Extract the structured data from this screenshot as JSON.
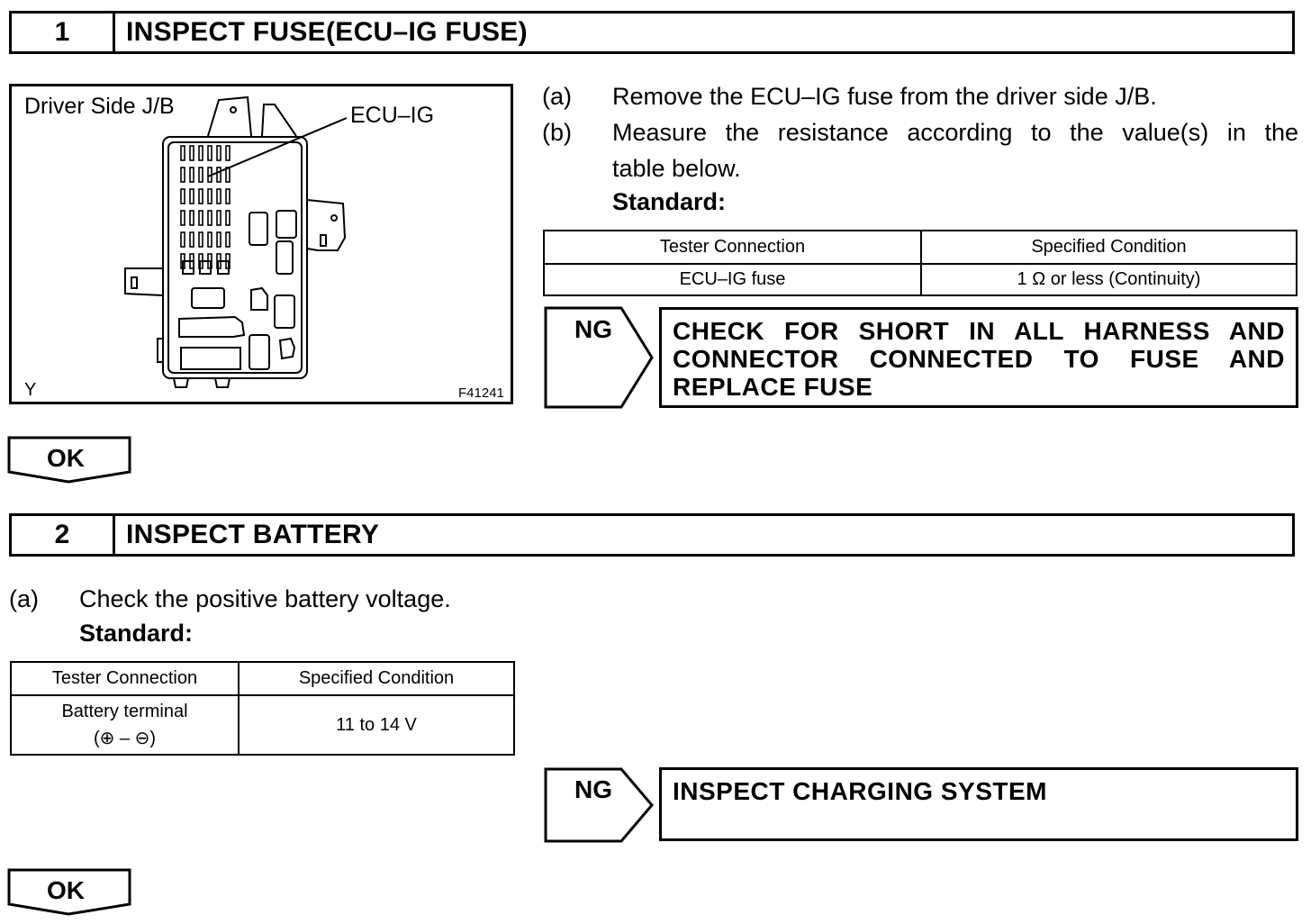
{
  "step1": {
    "number": "1",
    "title": "INSPECT FUSE(ECU–IG FUSE)",
    "figure": {
      "location_label": "Driver Side J/B",
      "callout": "ECU–IG",
      "corner_letter": "Y",
      "figure_id": "F41241"
    },
    "instructions": [
      {
        "label": "(a)",
        "text": "Remove the ECU–IG fuse from the driver side J/B."
      },
      {
        "label": "(b)",
        "text_line1": "Measure the resistance according to the value(s) in the",
        "text_line2": "table below."
      }
    ],
    "standard_label": "Standard:",
    "table": {
      "headers": [
        "Tester Connection",
        "Specified Condition"
      ],
      "rows": [
        [
          "ECU–IG fuse",
          "1 Ω or less (Continuity)"
        ]
      ]
    },
    "ng_label": "NG",
    "ng_action": "CHECK FOR SHORT IN ALL HARNESS AND CONNECTOR CONNECTED TO FUSE AND REPLACE FUSE",
    "ok_label": "OK"
  },
  "step2": {
    "number": "2",
    "title": "INSPECT BATTERY",
    "instructions": [
      {
        "label": "(a)",
        "text": "Check the positive battery voltage."
      }
    ],
    "standard_label": "Standard:",
    "table": {
      "headers": [
        "Tester Connection",
        "Specified Condition"
      ],
      "rows": [
        {
          "line1": "Battery terminal",
          "line2": "(⊕ – ⊖)",
          "value": "11 to 14 V"
        }
      ]
    },
    "ng_label": "NG",
    "ng_action": "INSPECT CHARGING SYSTEM",
    "ok_label": "OK"
  }
}
